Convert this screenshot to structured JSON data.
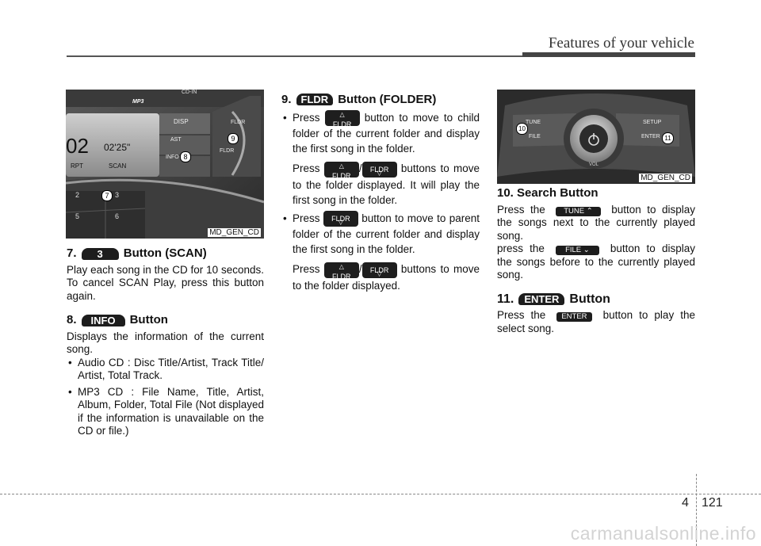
{
  "header": {
    "title": "Features of your vehicle"
  },
  "left_image": {
    "caption": "MD_GEN_CD",
    "labels": {
      "cd_in": "CD-IN",
      "mp3": "MP3",
      "disp": "DISP",
      "ast": "AST",
      "info": "INFO",
      "fldr_up": "FLDR",
      "fldr_down": "FLDR",
      "time_big": "02",
      "time_small": "02'25\"",
      "rpt": "RPT",
      "scan": "SCAN",
      "preset_2": "2",
      "preset_3": "3",
      "preset_5": "5",
      "preset_6": "6",
      "callout_7": "7",
      "callout_8": "8",
      "callout_9": "9"
    }
  },
  "right_image": {
    "caption": "MD_GEN_CD",
    "labels": {
      "tune": "TUNE",
      "file": "FILE",
      "setup": "SETUP",
      "enter": "ENTER",
      "vol": "VOL",
      "callout_10": "10",
      "callout_11": "11"
    }
  },
  "section7": {
    "num": "7.",
    "badge": "3",
    "title": "Button (SCAN)",
    "text": "Play each song in the CD for 10 seconds. To cancel SCAN Play, press this button again."
  },
  "section8": {
    "num": "8.",
    "badge": "INFO",
    "title": "Button",
    "text": "Displays the information of the current song.",
    "bullet1": "Audio CD : Disc Title/Artist, Track Title/ Artist, Total Track.",
    "bullet2": "MP3 CD : File Name, Title, Artist, Album, Folder, Total File (Not displayed if the information is unavailable on the CD or file.)"
  },
  "section9": {
    "num": "9.",
    "badge": "FLDR",
    "title": "Button (FOLDER)",
    "key_label": "FLDR",
    "b1_press": "Press",
    "b1_rest": "button to move to child folder of the current folder and display the first song in the folder.",
    "b1_press2": "Press",
    "b1_rest2": "buttons to move to the folder displayed. It will play the first song in the folder.",
    "b2_press": "Press",
    "b2_rest": "button to move to  parent folder of the current folder and display the first song in the folder.",
    "b2_press2": "Press",
    "b2_rest2": "buttons to move to the folder displayed.",
    "slash": "/"
  },
  "section10": {
    "title": "10. Search Button",
    "p1_a": "Press the",
    "p1_key": "TUNE",
    "p1_b": "button to display the songs next to the currently played song.",
    "p2_a": "press the",
    "p2_key": "FILE",
    "p2_b": "button to display the songs before to the currently played song."
  },
  "section11": {
    "num": "11.",
    "badge": "ENTER",
    "title": "Button",
    "p_a": "Press the",
    "p_key": "ENTER",
    "p_b": "button to play the select song."
  },
  "footer": {
    "chapter": "4",
    "page": "121",
    "watermark": "carmanualsonline.info"
  }
}
